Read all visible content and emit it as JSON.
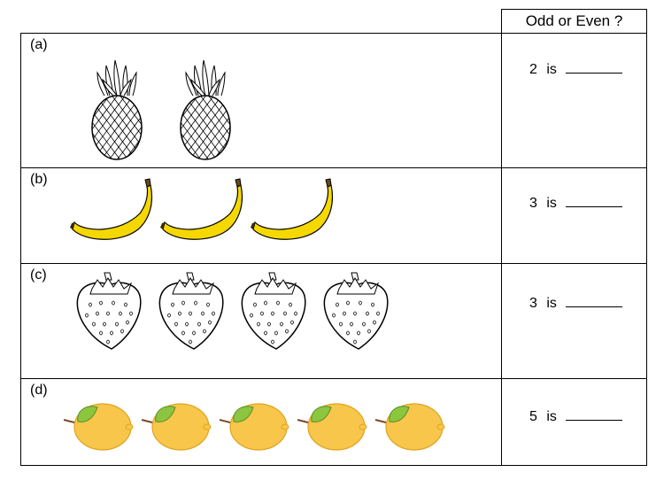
{
  "header": {
    "title": "Odd or Even ?"
  },
  "rows": [
    {
      "label": "(a)",
      "fruit": "pineapple",
      "count": 2,
      "answer_number": "2",
      "answer_word": "is"
    },
    {
      "label": "(b)",
      "fruit": "banana",
      "count": 3,
      "answer_number": "3",
      "answer_word": "is"
    },
    {
      "label": "(c)",
      "fruit": "strawberry",
      "count": 4,
      "answer_number": "3",
      "answer_word": "is"
    },
    {
      "label": "(d)",
      "fruit": "lemon",
      "count": 5,
      "answer_number": "5",
      "answer_word": "is"
    }
  ],
  "colors": {
    "banana": "#f5d800",
    "lemon": "#f7c64a",
    "leaf": "#8cc63f",
    "outline": "#000000"
  }
}
